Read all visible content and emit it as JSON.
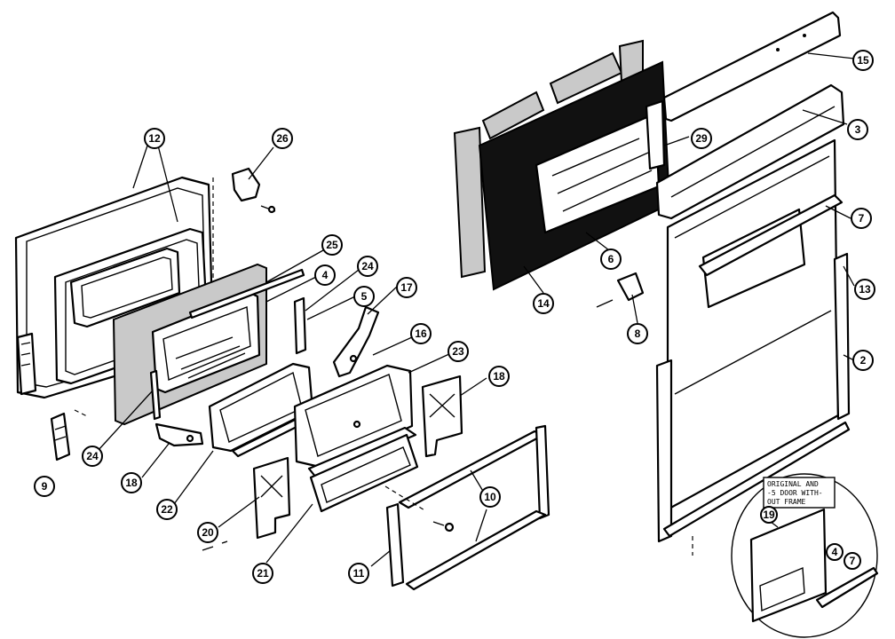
{
  "callouts": [
    "12",
    "26",
    "25",
    "4",
    "24",
    "5",
    "17",
    "16",
    "23",
    "18",
    "9",
    "24",
    "18",
    "22",
    "20",
    "21",
    "11",
    "10",
    "15",
    "3",
    "29",
    "7",
    "6",
    "14",
    "8",
    "13",
    "2",
    "19",
    "4",
    "7"
  ],
  "inset_note": [
    "ORIGINAL AND",
    "-5 DOOR WITH-",
    "OUT FRAME"
  ]
}
